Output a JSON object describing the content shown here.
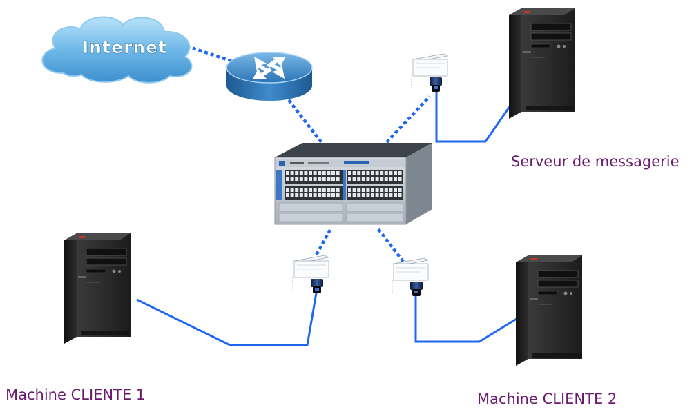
{
  "colors": {
    "link": "#1f67f2",
    "label": "#6a1b6d",
    "cloud": "#6fb8e8",
    "router": "#3a86c5",
    "tower": "#262626"
  },
  "cloud": {
    "label": "Internet",
    "icon": "cloud-icon"
  },
  "router": {
    "icon": "router-icon"
  },
  "switch": {
    "icon": "switch-icon"
  },
  "nodes": {
    "server": {
      "label": "Serveur de messagerie",
      "icon": "computer-tower-icon"
    },
    "client1": {
      "label": "Machine CLIENTE 1",
      "icon": "computer-tower-icon"
    },
    "client2": {
      "label": "Machine CLIENTE 2",
      "icon": "computer-tower-icon"
    }
  },
  "wall_ports": {
    "icon": "wall-port-icon"
  }
}
